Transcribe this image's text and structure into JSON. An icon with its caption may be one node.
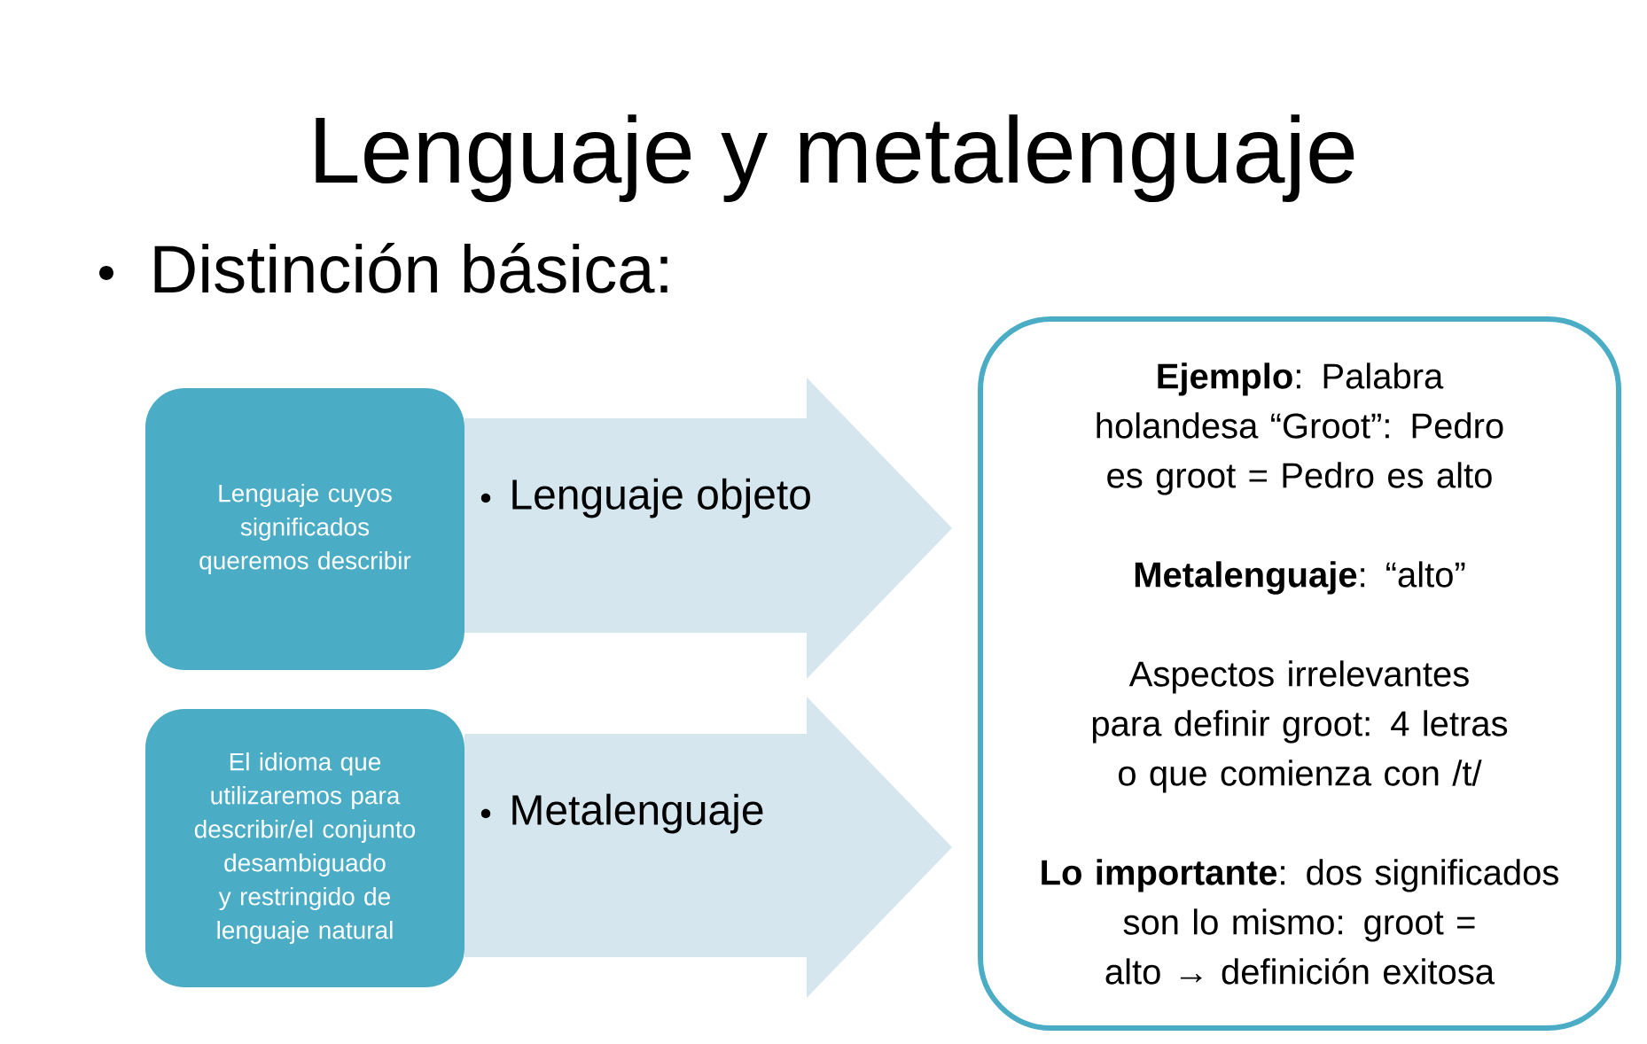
{
  "diagram": {
    "title": "Lenguaje y metalenguaje",
    "nodes": [
      {
        "text": [
          "Lenguaje cuyos significados queremos describir"
        ]
      },
      {
        "text": [
          "Lenguaje objeto"
        ]
      },
      {
        "text": [
          "El idioma que utilizaremos para describir/el conjunto desambiguado y restringido de lenguaje natural"
        ]
      },
      {
        "text": [
          "Metalenguaje"
        ]
      },
      {
        "text": [
          "**Ejemplo**: Palabra holandesa “Groot”: Pedro es groot = Pedro es alto",
          "**Metalenguaje**: “alto”",
          "Aspectos irrelevantes para definir groot: 4 letras o que comienza con /t/",
          "**Lo importante**: dos significados son lo mismo: groot = alto → definición exitosa"
        ]
      }
    ],
    "labels": [
      "Distinción básica:"
    ]
  }
}
